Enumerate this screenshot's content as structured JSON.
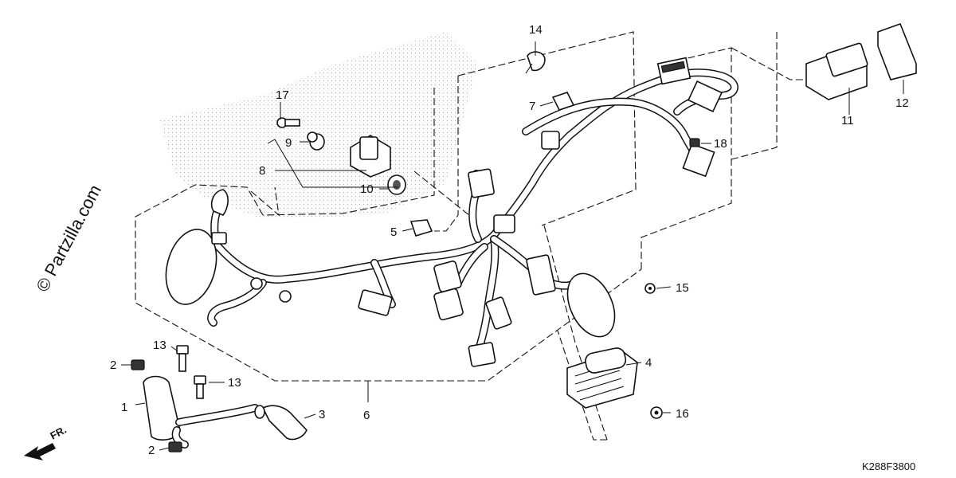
{
  "watermark": "© Partzilla.com",
  "diagram_code": "K288F3800",
  "direction_label": "FR.",
  "callouts": [
    {
      "id": "c1",
      "label": "1"
    },
    {
      "id": "c2a",
      "label": "2"
    },
    {
      "id": "c2b",
      "label": "2"
    },
    {
      "id": "c3",
      "label": "3"
    },
    {
      "id": "c4",
      "label": "4"
    },
    {
      "id": "c5",
      "label": "5"
    },
    {
      "id": "c6",
      "label": "6"
    },
    {
      "id": "c7",
      "label": "7"
    },
    {
      "id": "c8",
      "label": "8"
    },
    {
      "id": "c9",
      "label": "9"
    },
    {
      "id": "c10",
      "label": "10"
    },
    {
      "id": "c11",
      "label": "11"
    },
    {
      "id": "c12",
      "label": "12"
    },
    {
      "id": "c13a",
      "label": "13"
    },
    {
      "id": "c13b",
      "label": "13"
    },
    {
      "id": "c14",
      "label": "14"
    },
    {
      "id": "c15",
      "label": "15"
    },
    {
      "id": "c16",
      "label": "16"
    },
    {
      "id": "c17",
      "label": "17"
    },
    {
      "id": "c18",
      "label": "18"
    }
  ]
}
